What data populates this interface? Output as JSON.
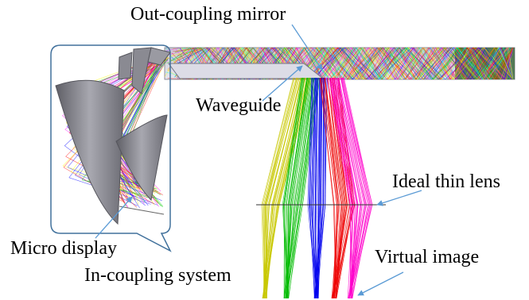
{
  "labels": {
    "out_coupling_mirror": "Out-coupling mirror",
    "waveguide": "Waveguide",
    "ideal_thin_lens": "Ideal thin lens",
    "virtual_image": "Virtual image",
    "micro_display": "Micro display",
    "in_coupling_system": "In-coupling system"
  },
  "colors": {
    "annotation_arrow": "#5b9bd5",
    "callout_border": "#41719c",
    "optics_gray": "#7f7f85",
    "waveguide_tail": "#3d6b3d",
    "ray_colors": [
      "#ffff00",
      "#00cc00",
      "#0000ff",
      "#ff0000",
      "#ff00ff",
      "#00ffff",
      "#ff8800"
    ]
  }
}
